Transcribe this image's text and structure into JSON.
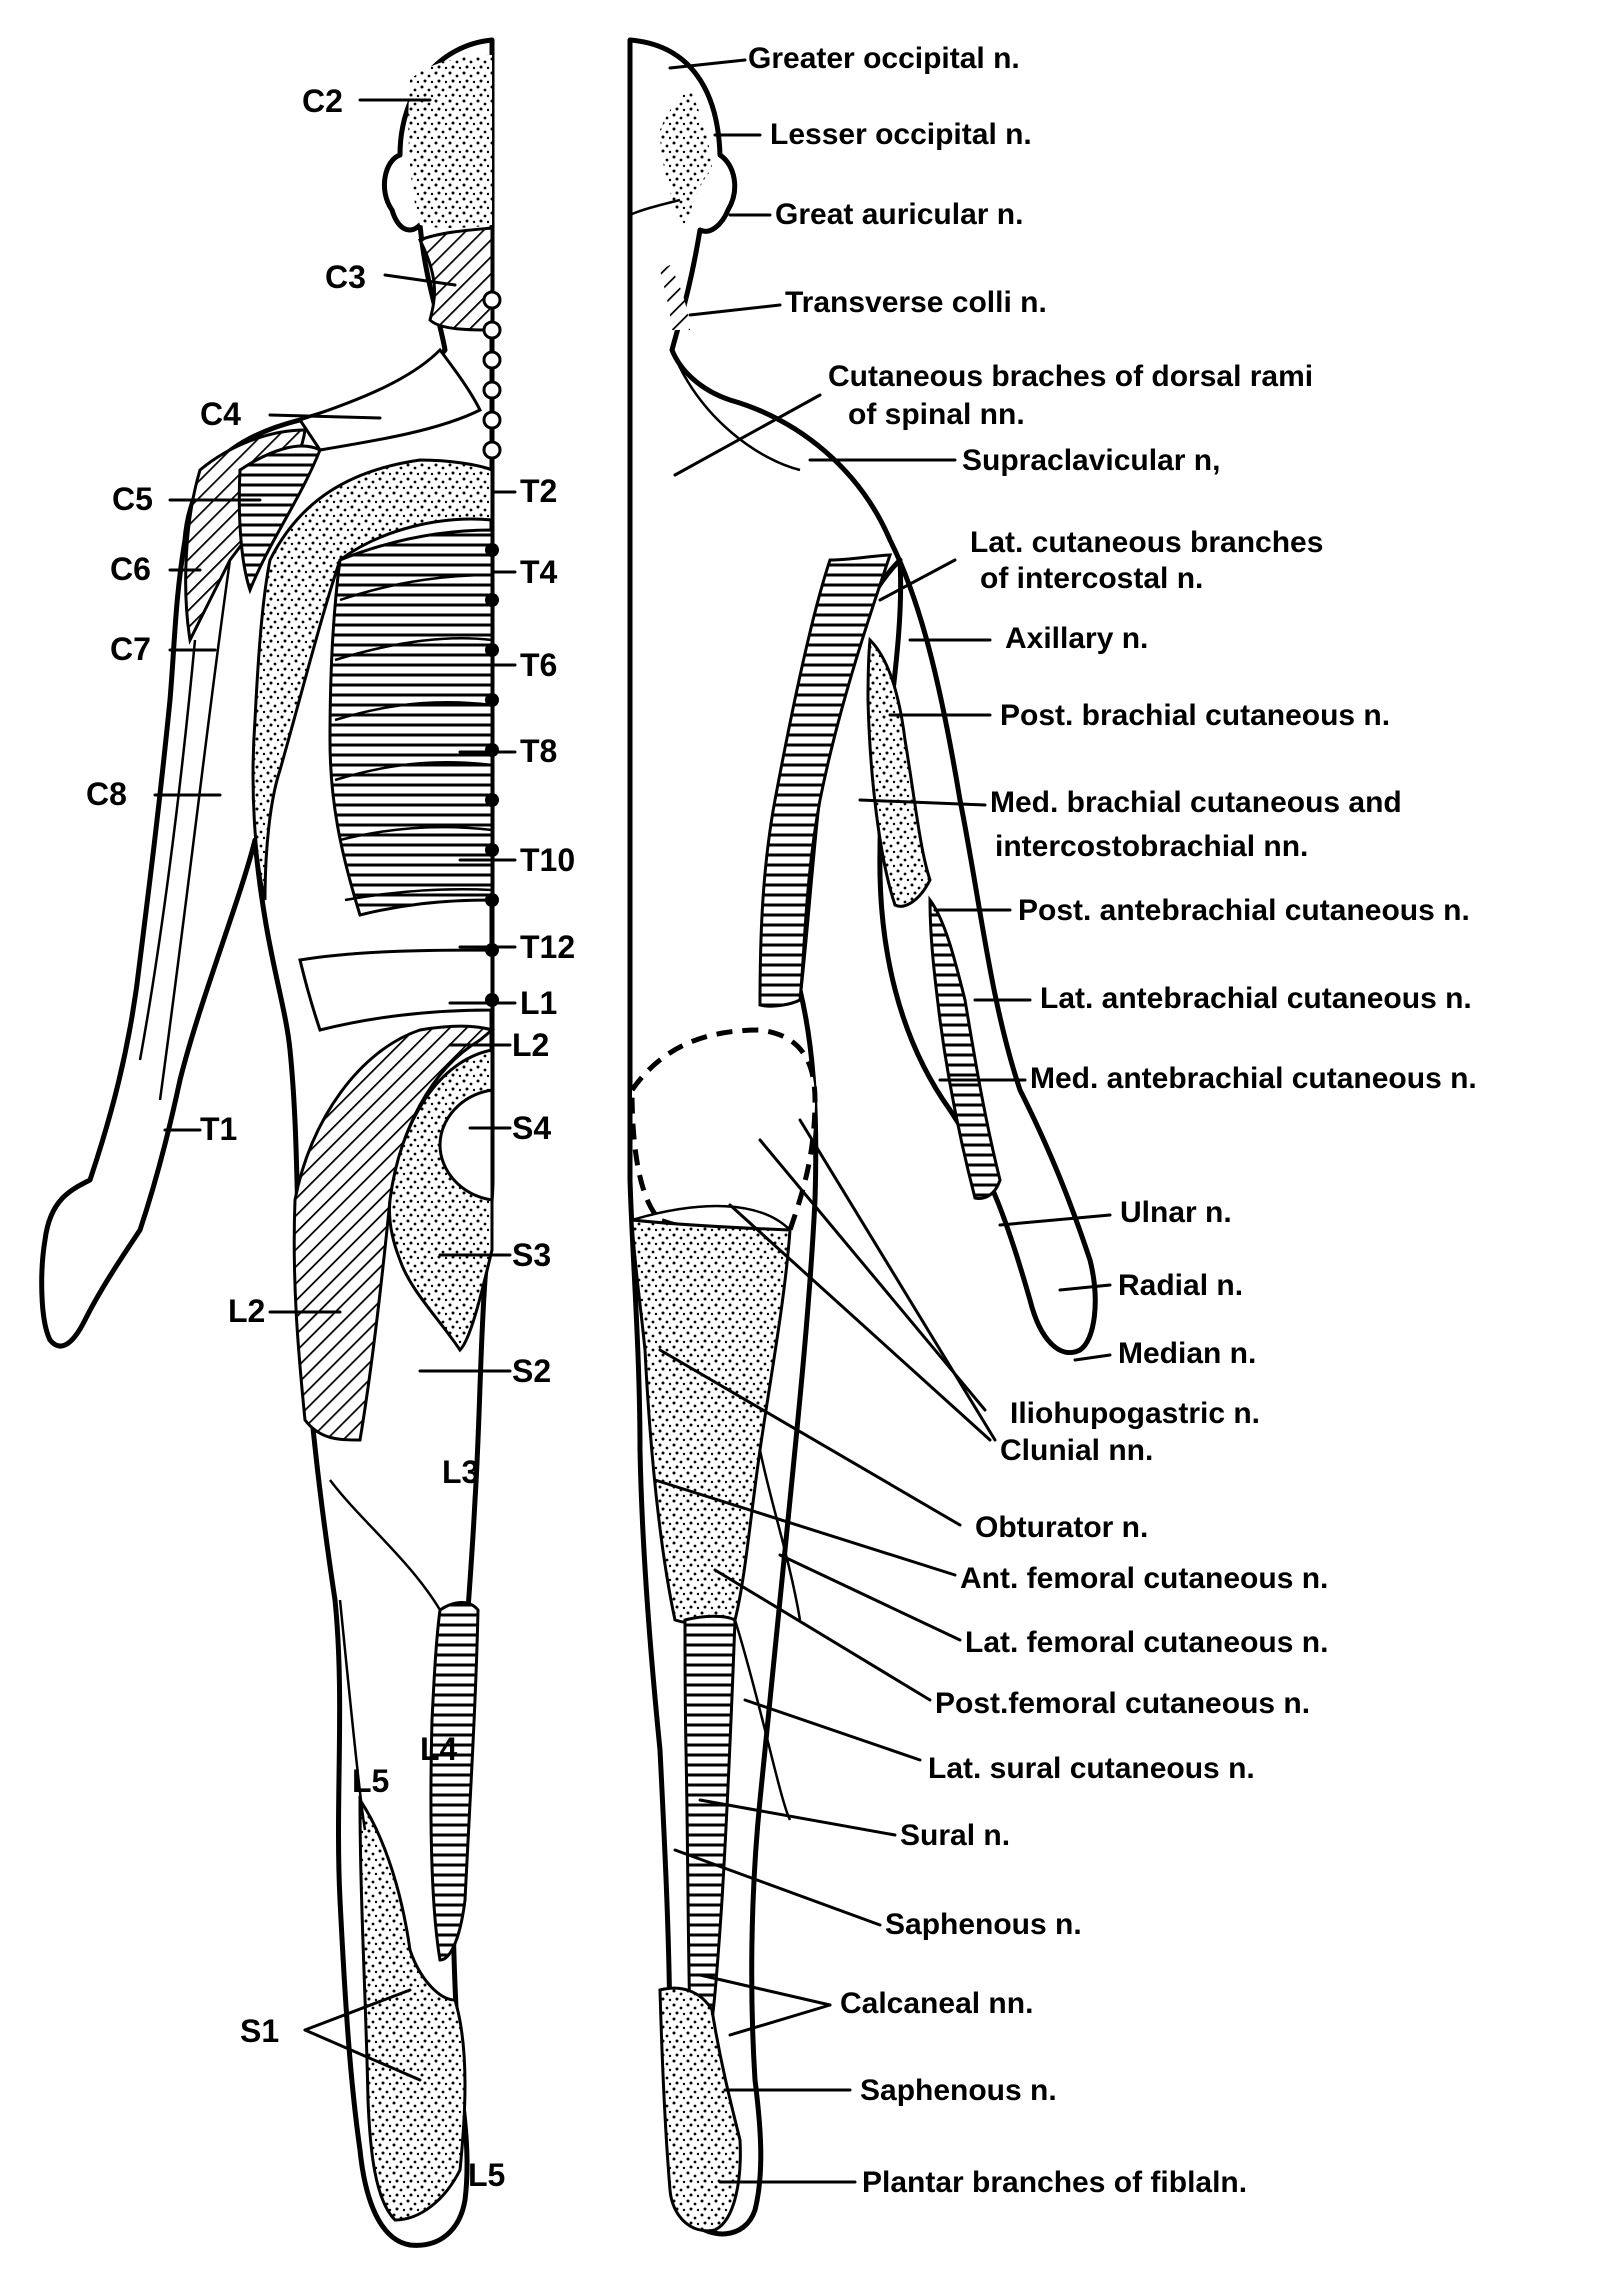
{
  "colors": {
    "ink": "#000000",
    "paper": "#ffffff"
  },
  "patterns": [
    "stipple",
    "horizontal-lines",
    "diagonal-hatch"
  ],
  "left_labels": {
    "C2": "C2",
    "C3": "C3",
    "C4": "C4",
    "C5": "C5",
    "C6": "C6",
    "C7": "C7",
    "C8": "C8",
    "T1": "T1",
    "T2": "T2",
    "T4": "T4",
    "T6": "T6",
    "T8": "T8",
    "T10": "T10",
    "T12": "T12",
    "L1": "L1",
    "L2_upper": "L2",
    "L2_lower": "L2",
    "L3": "L3",
    "L4": "L4",
    "L5_leg": "L5",
    "L5_foot": "L5",
    "S1": "S1",
    "S2": "S2",
    "S3": "S3",
    "S4": "S4"
  },
  "right_labels": [
    [
      "Greater occipital n."
    ],
    [
      "Lesser occipital n."
    ],
    [
      "Great auricular n."
    ],
    [
      "Transverse colli n."
    ],
    [
      "Cutaneous braches of dorsal rami",
      "of spinal nn."
    ],
    [
      "Supraclavicular n,"
    ],
    [
      "Lat. cutaneous branches",
      "of intercostal n."
    ],
    [
      "Axillary n."
    ],
    [
      "Post. brachial cutaneous n."
    ],
    [
      "Med. brachial cutaneous and",
      "intercostobrachial nn."
    ],
    [
      "Post. antebrachial cutaneous n."
    ],
    [
      "Lat. antebrachial cutaneous n."
    ],
    [
      "Med. antebrachial cutaneous n."
    ],
    [
      "Ulnar n."
    ],
    [
      "Radial n."
    ],
    [
      "Median n."
    ],
    [
      "Iliohupogastric n."
    ],
    [
      "Clunial nn."
    ],
    [
      "Obturator n."
    ],
    [
      "Ant. femoral cutaneous n."
    ],
    [
      "Lat. femoral cutaneous n."
    ],
    [
      "Post.femoral cutaneous n."
    ],
    [
      "Lat. sural cutaneous n."
    ],
    [
      "Sural n."
    ],
    [
      "Saphenous n."
    ],
    [
      "Calcaneal nn."
    ],
    [
      "Saphenous n."
    ],
    [
      "Plantar branches of fiblaln."
    ]
  ]
}
